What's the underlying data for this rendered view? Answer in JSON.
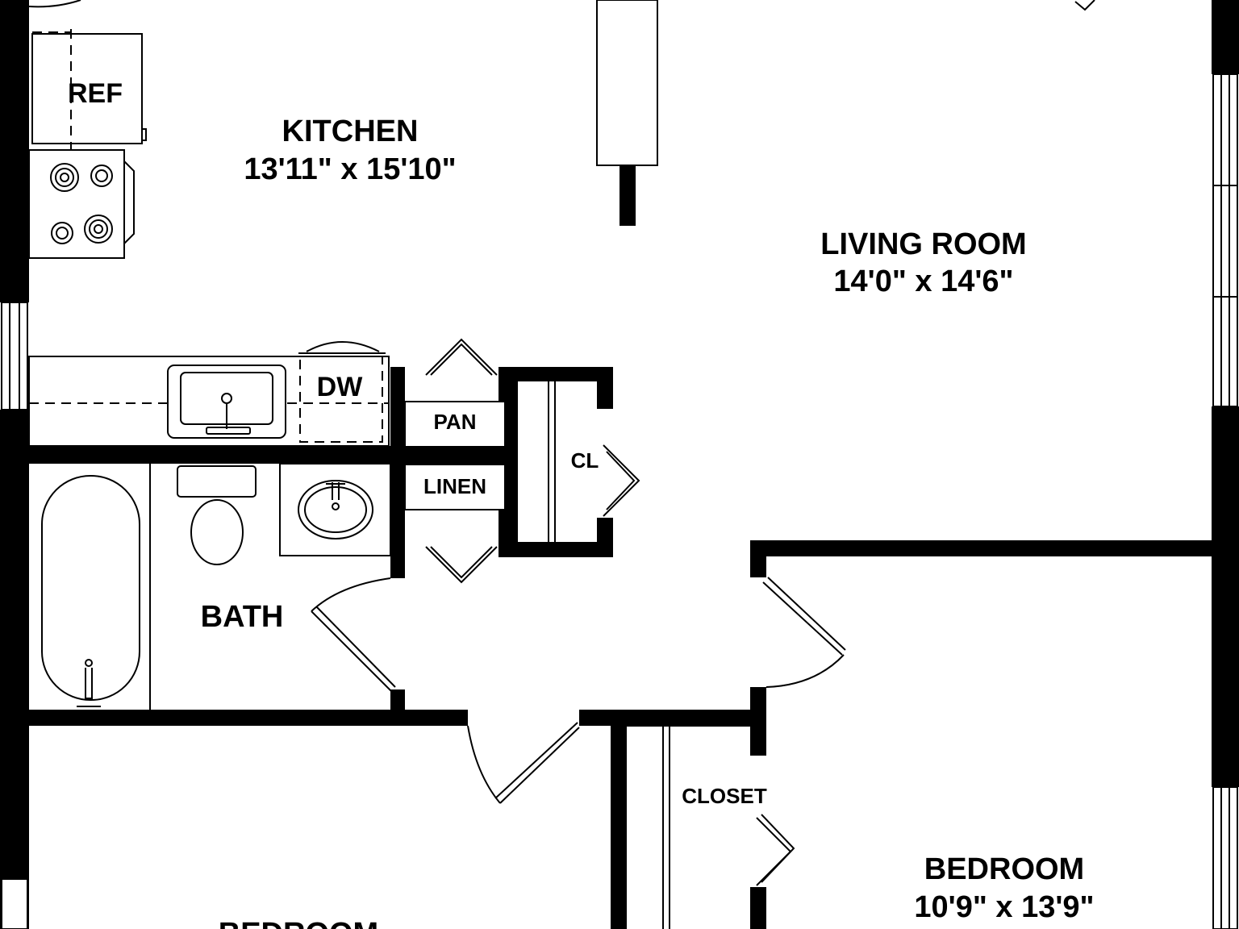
{
  "rooms": {
    "kitchen": {
      "name": "KITCHEN",
      "dims": "13'11\" x 15'10\""
    },
    "living": {
      "name": "LIVING ROOM",
      "dims": "14'0\" x 14'6\""
    },
    "bath": {
      "name": "BATH"
    },
    "bedroom": {
      "name": "BEDROOM",
      "dims": "10'9\" x 13'9\""
    },
    "bedroom2": {
      "name": "BEDROOM"
    }
  },
  "fixtures": {
    "ref": "REF",
    "dw": "DW",
    "pantry": "PAN",
    "linen": "LINEN",
    "closet_small": "CL",
    "closet": "CLOSET"
  },
  "colors": {
    "wall": "#000000",
    "background": "#ffffff"
  }
}
